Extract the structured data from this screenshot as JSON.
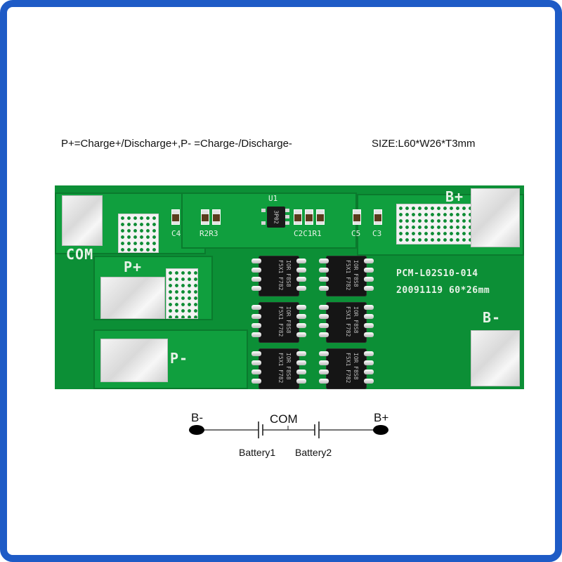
{
  "spec": {
    "pins_text": "P+=Charge+/Discharge+,P- =Charge-/Discharge-",
    "size_text": "SIZE:L60*W26*T3mm"
  },
  "board": {
    "pad_labels": {
      "com": "COM",
      "p_plus": "P+",
      "p_minus": "P-",
      "b_plus": "B+",
      "b_minus": "B-"
    },
    "model": "PCM-L02S10-014",
    "date_size": "20091119 60*26mm",
    "designators": {
      "u1": "U1",
      "u1_marking": "3P02",
      "c4": "C4",
      "r2r3": "R2R3",
      "c2c1r1": "C2C1R1",
      "c5": "C5",
      "c3": "C3"
    },
    "mosfet_marking": "IOR F8S8 F5X1 F782",
    "colors": {
      "board": "#0c8f36",
      "pad": "#e6e6e6",
      "silkscreen": "#e8f3e8",
      "frame": "#1e5bc6"
    }
  },
  "schematic": {
    "b_minus": "B-",
    "com": "COM",
    "b_plus": "B+",
    "battery1": "Battery1",
    "battery2": "Battery2"
  }
}
